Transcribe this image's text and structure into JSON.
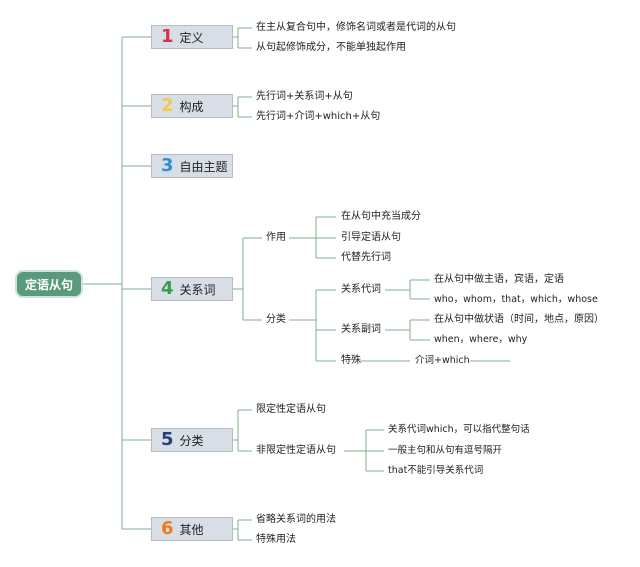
{
  "root": "定语从句",
  "topics": [
    {
      "num": "1",
      "label": "定义",
      "color": "#d6334b",
      "children": [
        "在主从复合句中，修饰名词或者是代词的从句",
        "从句起修饰成分，不能单独起作用"
      ]
    },
    {
      "num": "2",
      "label": "构成",
      "color": "#f1c84b",
      "children": [
        "先行词+关系词+从句",
        "先行词+介词+which+从句"
      ]
    },
    {
      "num": "3",
      "label": "自由主题",
      "color": "#2f8fd4",
      "children": []
    },
    {
      "num": "4",
      "label": "关系词",
      "color": "#3c9a48",
      "groups": [
        {
          "label": "作用",
          "children": [
            "在从句中充当成分",
            "引导定语从句",
            "代替先行词"
          ]
        },
        {
          "label": "分类",
          "children": [
            {
              "label": "关系代词",
              "items": [
                "在从句中做主语，宾语，定语",
                "who，whom，that，which，whose"
              ]
            },
            {
              "label": "关系副词",
              "items": [
                "在从句中做状语（时间，地点，原因）",
                "when，where，why"
              ]
            },
            {
              "label": "特殊",
              "items": [
                "介词+which"
              ]
            }
          ]
        }
      ]
    },
    {
      "num": "5",
      "label": "分类",
      "color": "#24417d",
      "children": [
        "限定性定语从句"
      ],
      "sub": {
        "label": "非限定性定语从句",
        "items": [
          "关系代词which，可以指代整句话",
          "一般主句和从句有逗号隔开",
          "that不能引导关系代词"
        ]
      }
    },
    {
      "num": "6",
      "label": "其他",
      "color": "#ef7a1d",
      "children": [
        "省略关系词的用法",
        "特殊用法"
      ]
    }
  ]
}
